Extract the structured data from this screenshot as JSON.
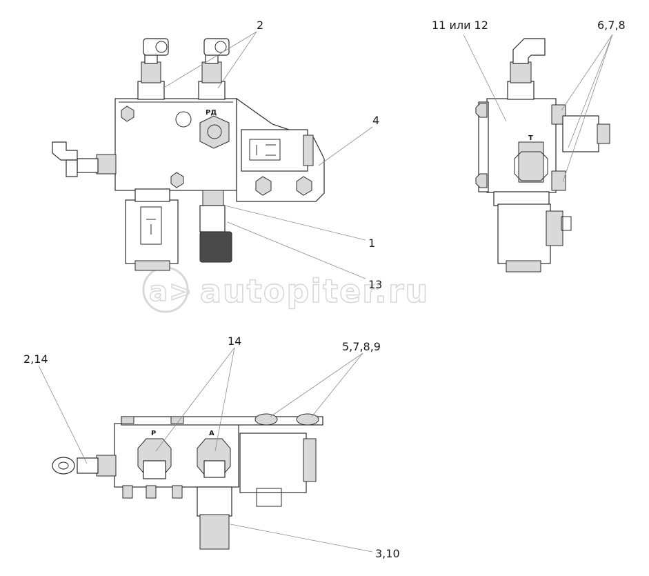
{
  "callouts": {
    "top_2": "2",
    "top_4": "4",
    "top_1": "1",
    "top_13": "13",
    "side_11_12": "11 или 12",
    "side_6_7_8": "6,7,8",
    "bottom_2_14": "2,14",
    "bottom_14": "14",
    "bottom_5_7_8_9": "5,7,8,9",
    "bottom_3_10": "3,10"
  },
  "ports": {
    "rd": "РД",
    "t": "T",
    "p": "P",
    "a": "A"
  },
  "watermark": {
    "logo": "a>",
    "text": "autopiter.ru"
  }
}
